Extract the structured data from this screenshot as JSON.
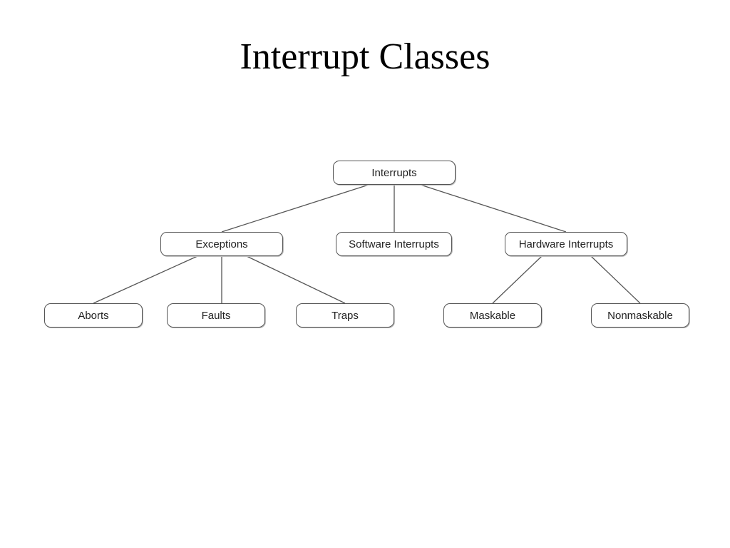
{
  "title": "Interrupt Classes",
  "diagram": {
    "nodes": {
      "interrupts": "Interrupts",
      "exceptions": "Exceptions",
      "software_interrupts": "Software Interrupts",
      "hardware_interrupts": "Hardware Interrupts",
      "aborts": "Aborts",
      "faults": "Faults",
      "traps": "Traps",
      "maskable": "Maskable",
      "nonmaskable": "Nonmaskable"
    },
    "edges": [
      [
        "interrupts",
        "exceptions"
      ],
      [
        "interrupts",
        "software_interrupts"
      ],
      [
        "interrupts",
        "hardware_interrupts"
      ],
      [
        "exceptions",
        "aborts"
      ],
      [
        "exceptions",
        "faults"
      ],
      [
        "exceptions",
        "traps"
      ],
      [
        "hardware_interrupts",
        "maskable"
      ],
      [
        "hardware_interrupts",
        "nonmaskable"
      ]
    ],
    "colors": {
      "line": "#555555",
      "box_border": "#555555",
      "text": "#222222"
    }
  }
}
